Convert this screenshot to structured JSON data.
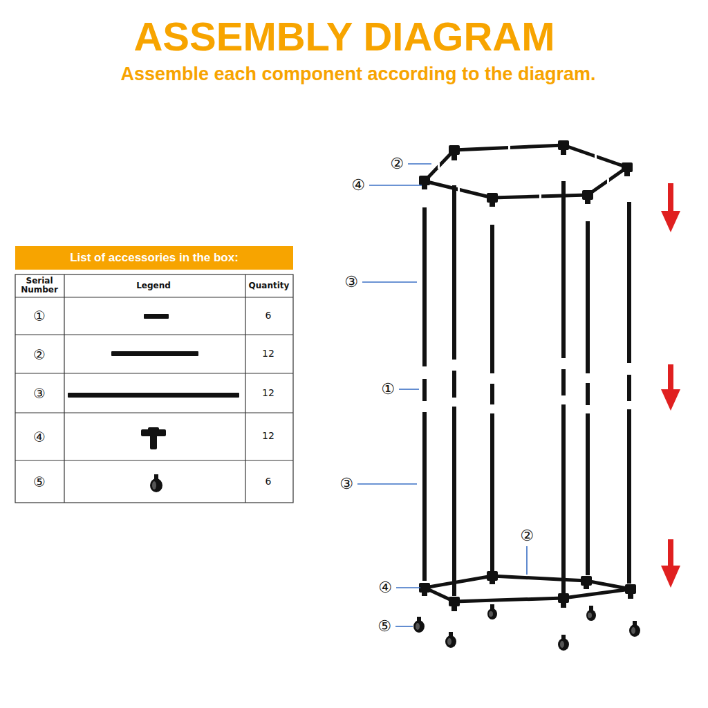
{
  "diagram": {
    "title": "ASSEMBLY DIAGRAM",
    "nodes": [
      {
        "text": [
          "List of accessories in the box:"
        ]
      }
    ],
    "labels": [
      "Assemble each component according to the diagram.",
      "Serial Number",
      "Legend",
      "Quantity",
      "①",
      "6",
      "②",
      "12",
      "③",
      "12",
      "④",
      "12",
      "⑤",
      "6",
      "②",
      "④",
      "③",
      "①",
      "③",
      "②",
      "④",
      "⑤"
    ]
  }
}
